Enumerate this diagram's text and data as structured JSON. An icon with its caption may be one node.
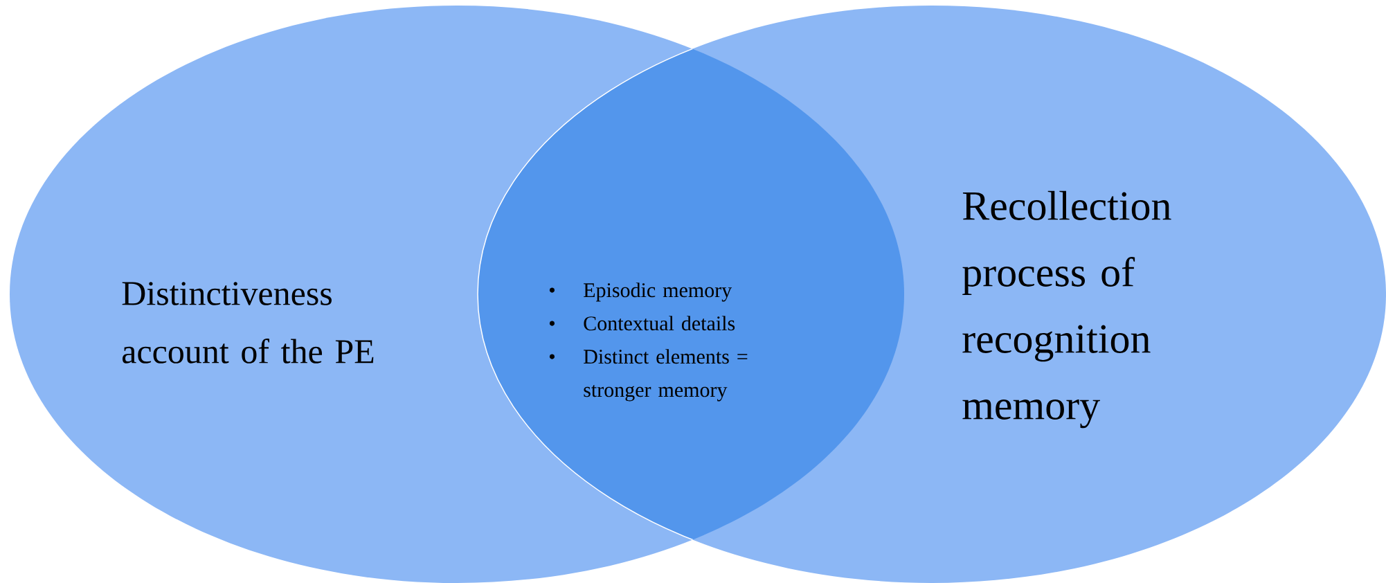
{
  "diagram": {
    "nodes": [
      {
        "text": [
          "Distinctiveness account of the PE"
        ]
      },
      {
        "text": [
          "Recollection process of recognition memory"
        ]
      },
      {
        "text": [
          "Episodic memory",
          "Contextual details",
          "Distinct elements = stronger memory"
        ]
      }
    ],
    "labels": [
      "•",
      "•",
      "•"
    ]
  }
}
